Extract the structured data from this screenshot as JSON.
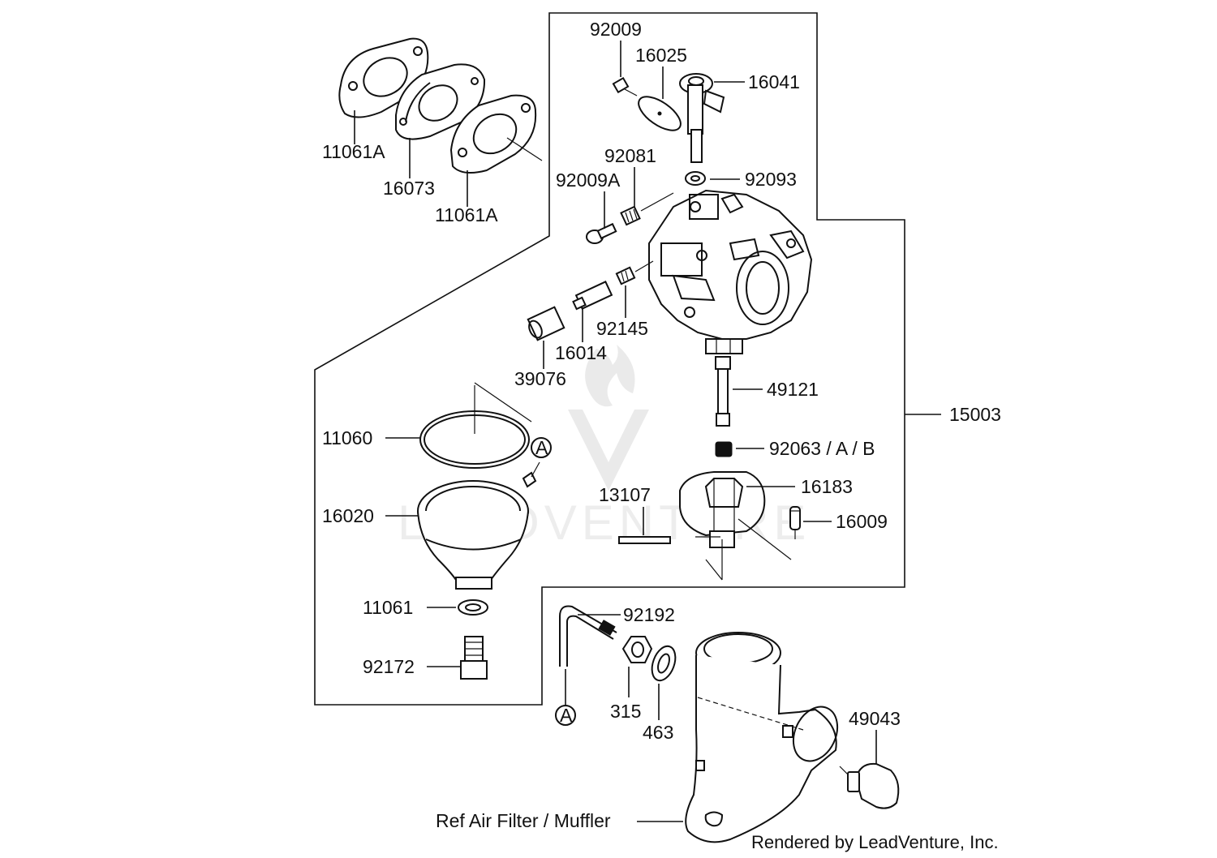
{
  "diagram": {
    "credit": "Rendered by LeadVenture, Inc.",
    "watermark": "LEADVENTURE",
    "part_labels": {
      "p92009": "92009",
      "p16025": "16025",
      "p16041": "16041",
      "p92081": "92081",
      "p92009A": "92009A",
      "p92093": "92093",
      "p92145": "92145",
      "p16014": "16014",
      "p39076": "39076",
      "p49121": "49121",
      "p15003": "15003",
      "p92063": "92063 / A / B",
      "p16183": "16183",
      "p13107": "13107",
      "p16009": "16009",
      "p11060": "11060",
      "p16020": "16020",
      "p11061": "11061",
      "p92172": "92172",
      "p92192": "92192",
      "p315": "315",
      "p463": "463",
      "p49043": "49043",
      "p11061A_1": "11061A",
      "p16073": "16073",
      "p11061A_2": "11061A",
      "ref_air": "Ref Air Filter / Muffler"
    },
    "callouts": {
      "a_top": "A",
      "a_bottom": "A"
    }
  }
}
